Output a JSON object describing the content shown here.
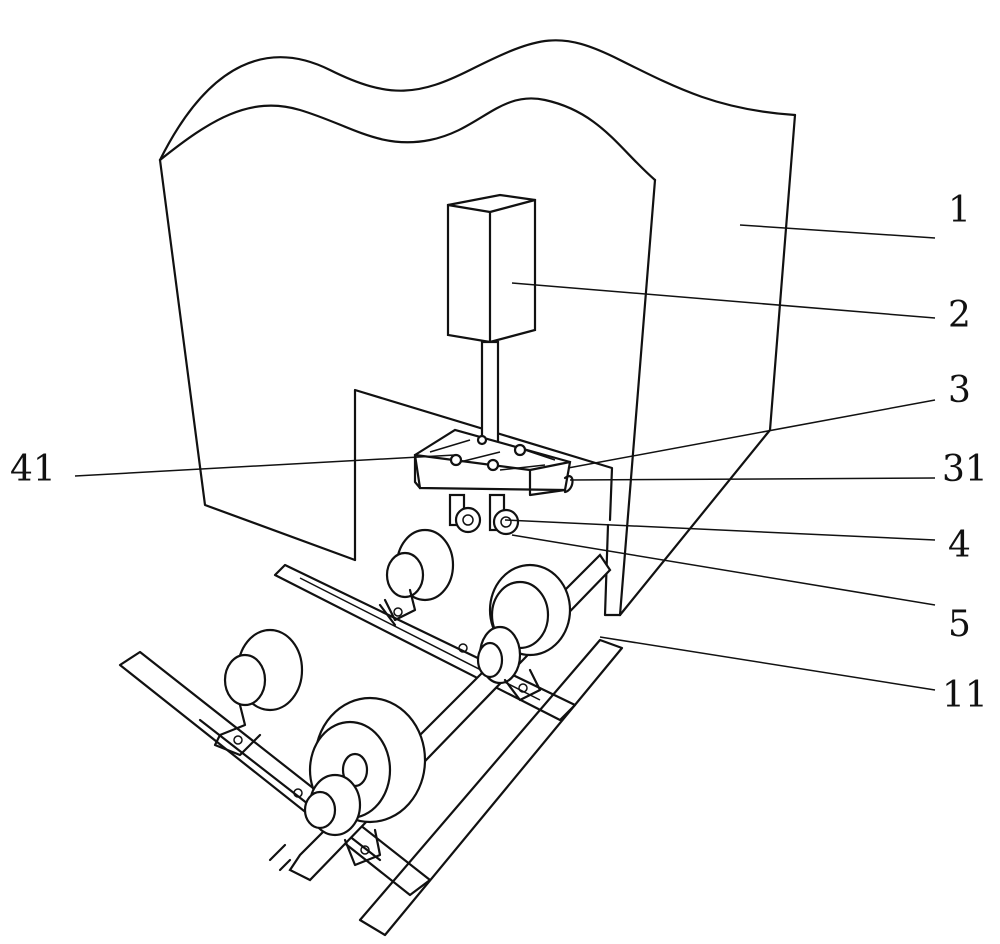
{
  "figure": {
    "labels": {
      "l1": "1",
      "l2": "2",
      "l3": "3",
      "l31": "31",
      "l4": "4",
      "l5": "5",
      "l11": "11",
      "l41": "41"
    },
    "ink_color": "#111111",
    "background": "#ffffff"
  }
}
